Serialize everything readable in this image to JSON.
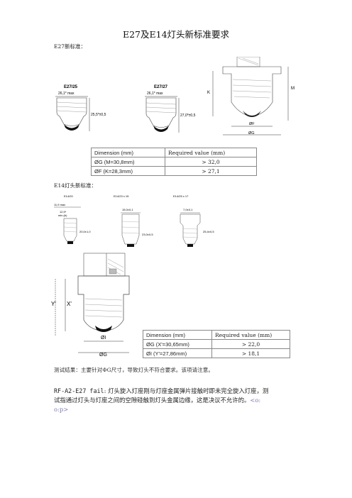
{
  "title": "E27及E14灯头新标准要求",
  "e27_heading": "E27新标准：",
  "e27_figs": {
    "left_label": "E27/25",
    "left_top_dim": "26,1* max",
    "left_side_dim": "25,5*±0,5",
    "mid_label": "E27/27",
    "mid_top_dim": "26,1* max",
    "mid_side_dim": "27,0*±0,5",
    "right_K": "K",
    "right_M": "M",
    "right_F": "ØF",
    "right_G": "ØG"
  },
  "e27_table": {
    "header": [
      "Dimension (mm)",
      "Required value (mm)"
    ],
    "rows": [
      [
        "ØG (M=30,8mm)",
        "> 32,0"
      ],
      [
        "ØF (K=28,3mm)",
        "> 27,1"
      ]
    ]
  },
  "e14_heading": "E14灯头新标准：",
  "e14_figs": {
    "a_label": "E14/20",
    "a_top_dim": "11,9 max",
    "a_mid_dim": "12,9*",
    "a_min_dim": "min.(b)",
    "a_side_dim": "20,0±1,0",
    "b_label": "E14/23 x 15",
    "b_top_dim": "15,0±0,1",
    "b_side_dim": "23,0±0,5",
    "c_label": "E14/25 x 17",
    "c_top_dim": "7,0±0,1",
    "c_side_dim": "25,4±0,5",
    "big_Y": "Y'",
    "big_X": "X'",
    "big_I": "ØI",
    "big_G": "ØG"
  },
  "e14_table": {
    "header": [
      "Dimension (mm)",
      "Required value (mm)"
    ],
    "rows": [
      [
        "ØG (X'=30,65mm)",
        "> 22,0"
      ],
      [
        "ØI (Y'=27,86mm)",
        "> 18,1"
      ]
    ]
  },
  "test_result": "测试结果：主要针对ΦG尺寸，导致灯头不符合要求。该项请注意。",
  "fail_code": "RF-A2-E27 fail",
  "fail_text_1": ": 灯头旋入灯座刚与灯座金属弹片接触时即未完全旋入灯座，测",
  "fail_text_2": "试指通过灯头与灯座之间的空隙碰触到灯头金属边缘，这是决议不允许的。",
  "fail_tag_1": "<o:",
  "fail_tag_2": "o:p>"
}
